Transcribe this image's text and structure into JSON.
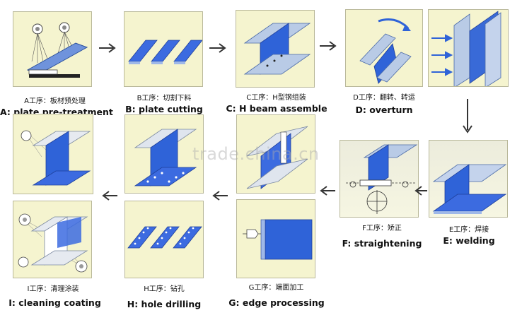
{
  "steps": {
    "a": {
      "cn": "A工序：板材预处理",
      "en": "A: plate pre-treatment"
    },
    "b": {
      "cn": "B工序：切割下料",
      "en": "B: plate cutting"
    },
    "c": {
      "cn": "C工序：H型钢组装",
      "en": "C: H beam assemble"
    },
    "d": {
      "cn": "D工序：翻转、转运",
      "en": "D: overturn"
    },
    "e": {
      "cn": "E工序：焊接",
      "en": "E: welding"
    },
    "f": {
      "cn": "F工序：矫正",
      "en": "F: straightening"
    },
    "g": {
      "cn": "G工序：端面加工",
      "en": "G: edge processing"
    },
    "h": {
      "cn": "H工序：钻孔",
      "en": "H: hole drilling"
    },
    "i": {
      "cn": "I工序：清理涂装",
      "en": "I: cleaning coating"
    }
  },
  "watermark": "trade.china.cn",
  "colors": {
    "panel": "#f5f4cf",
    "steel_blue": "#2f63d8",
    "steel_light": "#b9cbe6",
    "arrow": "#333333"
  },
  "icons": {
    "flow_arrow": "arrow-icon",
    "plate": "steel-plate-icon",
    "h_beam": "h-beam-icon"
  }
}
